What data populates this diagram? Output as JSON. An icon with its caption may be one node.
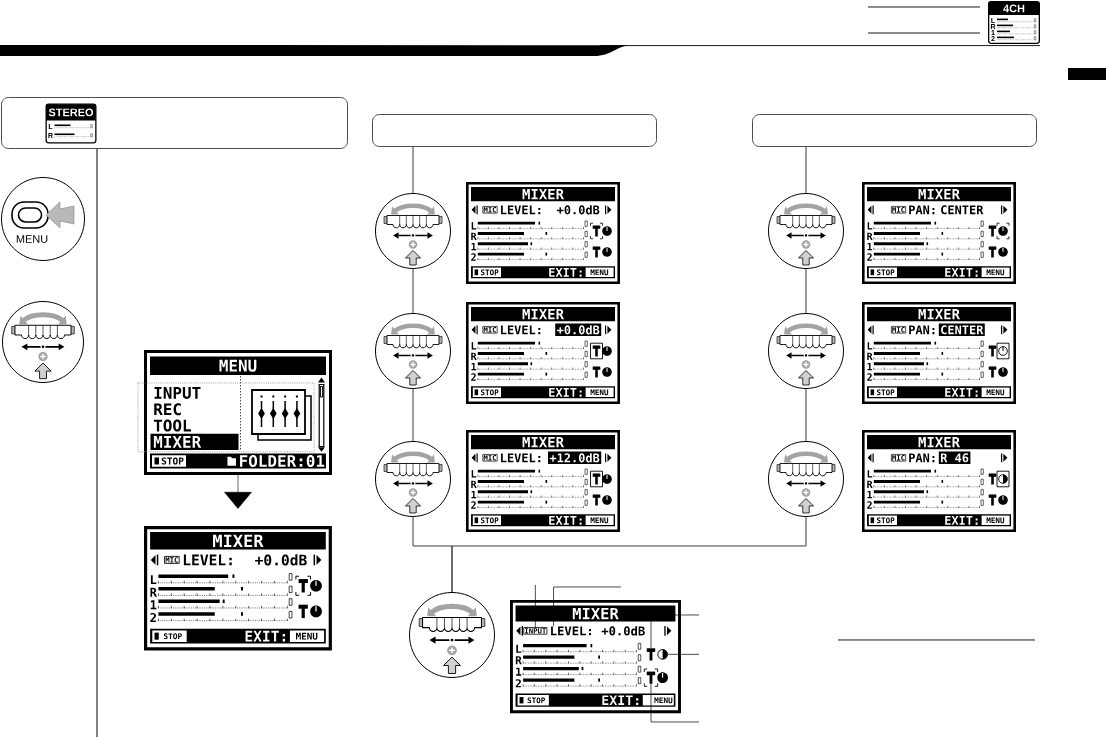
{
  "diagram": {
    "nodes": [
      {
        "text": [
          "4CH",
          "L",
          "R",
          "1",
          "2"
        ]
      },
      {
        "text": [],
        "shape": "box"
      },
      {
        "text": [
          "STEREO",
          "L",
          "R"
        ],
        "in": 1
      },
      {
        "text": [
          "MENU"
        ]
      },
      {
        "text": [],
        "shape": "picture"
      },
      {
        "text": [
          "MENU",
          "INPUT",
          "REC",
          "TOOL",
          "MIXER",
          "STOP",
          "FOLDER:01"
        ]
      },
      {
        "text": [
          "MIXER",
          "MIC",
          "LEVEL:",
          "+0.0dB",
          "L",
          "R",
          "1",
          "2",
          "STOP",
          "EXIT:",
          "MENU"
        ]
      },
      {
        "text": [],
        "shape": "box"
      },
      {
        "text": [],
        "shape": "picture"
      },
      {
        "text": [
          "MIXER",
          "MIC",
          "LEVEL:",
          "+0.0dB",
          "L",
          "R",
          "1",
          "2",
          "STOP",
          "EXIT:",
          "MENU"
        ]
      },
      {
        "text": [],
        "shape": "picture"
      },
      {
        "text": [
          "MIXER",
          "MIC",
          "LEVEL:",
          "+0.0dB",
          "L",
          "R",
          "1",
          "2",
          "STOP",
          "EXIT:",
          "MENU"
        ]
      },
      {
        "text": [],
        "shape": "picture"
      },
      {
        "text": [
          "MIXER",
          "MIC",
          "LEVEL:",
          "+12.0dB",
          "L",
          "R",
          "1",
          "2",
          "STOP",
          "EXIT:",
          "MENU"
        ]
      },
      {
        "text": [],
        "shape": "box"
      },
      {
        "text": [],
        "shape": "picture"
      },
      {
        "text": [
          "MIXER",
          "MIC",
          "PAN:",
          "CENTER",
          "L",
          "R",
          "1",
          "2",
          "STOP",
          "EXIT:",
          "MENU"
        ]
      },
      {
        "text": [],
        "shape": "picture"
      },
      {
        "text": [
          "MIXER",
          "MIC",
          "PAN:",
          "CENTER",
          "L",
          "R",
          "1",
          "2",
          "STOP",
          "EXIT:",
          "MENU"
        ]
      },
      {
        "text": [],
        "shape": "picture"
      },
      {
        "text": [
          "MIXER",
          "MIC",
          "PAN:",
          "R 46",
          "L",
          "R",
          "1",
          "2",
          "STOP",
          "EXIT:",
          "MENU"
        ]
      },
      {
        "text": [],
        "shape": "picture"
      },
      {
        "text": [
          "MIXER",
          "+0.0dB",
          "L",
          "R",
          "1",
          "2",
          "STOP",
          "EXIT:",
          "MENU"
        ]
      },
      {
        "text": [
          "INPUT"
        ],
        "in": 22
      },
      {
        "text": [
          "LEVEL:"
        ],
        "in": 22
      },
      {
        "text": [],
        "shape": "picture",
        "in": 22
      },
      {
        "text": [],
        "shape": "picture",
        "in": 22
      },
      {
        "text": [],
        "shape": "picture",
        "in": 22
      }
    ],
    "edges": [
      {
        "from": 5,
        "to": 6,
        "arrow": "to"
      },
      {
        "from": 7,
        "to": 8,
        "arrow": "none"
      },
      {
        "from": 8,
        "to": 10,
        "arrow": "none"
      },
      {
        "from": 10,
        "to": 12,
        "arrow": "none"
      },
      {
        "from": 12,
        "to": 21,
        "arrow": "none"
      },
      {
        "from": 14,
        "to": 15,
        "arrow": "none"
      },
      {
        "from": 15,
        "to": 17,
        "arrow": "none"
      },
      {
        "from": 17,
        "to": 19,
        "arrow": "none"
      },
      {
        "from": 19,
        "to": 21,
        "arrow": "none"
      },
      {
        "from": null,
        "to": 23,
        "arrow": "none"
      },
      {
        "from": null,
        "to": 24,
        "arrow": "none"
      },
      {
        "from": null,
        "to": 25,
        "arrow": "none"
      },
      {
        "from": null,
        "to": 26,
        "arrow": "none"
      },
      {
        "from": null,
        "to": 27,
        "arrow": "none"
      }
    ]
  }
}
